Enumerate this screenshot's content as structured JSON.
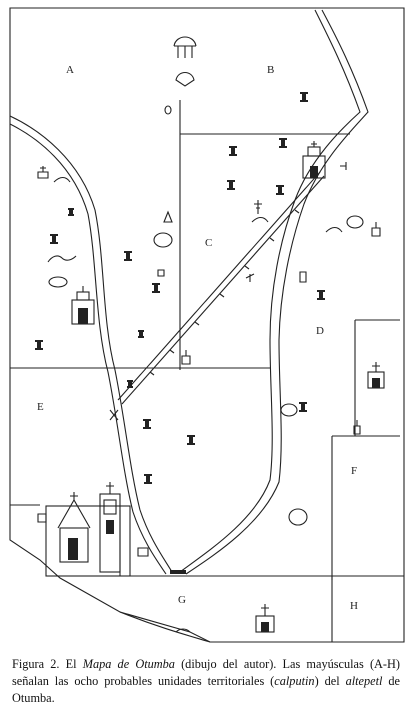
{
  "zones": [
    "A",
    "B",
    "C",
    "D",
    "E",
    "F",
    "G",
    "H"
  ],
  "caption": {
    "lead": "Figura 2. El ",
    "map_name": "Mapa de Otumba",
    "part2": " (dibujo del autor). Las mayúsculas (A-H) señalan las ocho probables unidades territoriales (",
    "calputin": "calputin",
    "part3": ") del ",
    "altepetl": "altepetl",
    "part4": " de Otumba."
  }
}
